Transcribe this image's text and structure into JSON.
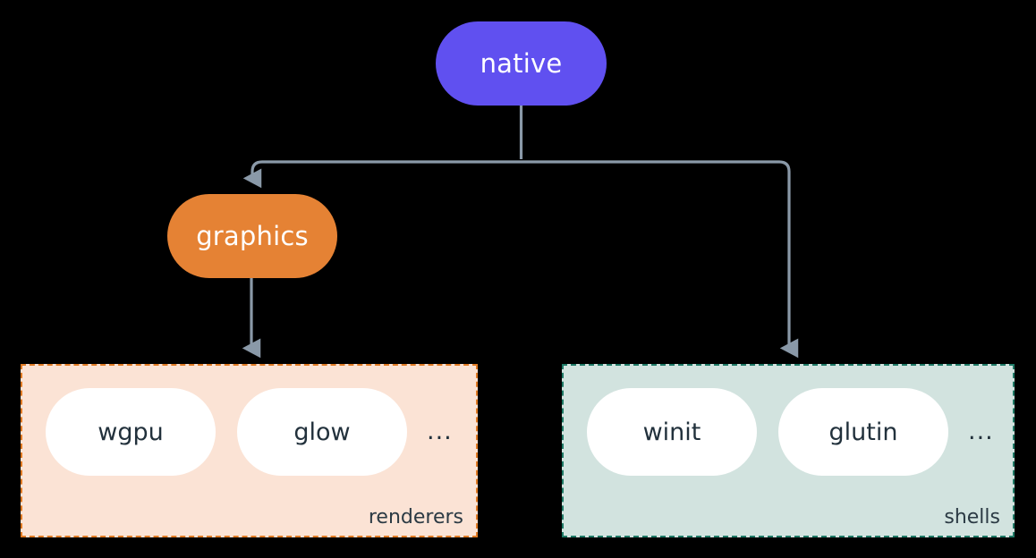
{
  "diagram": {
    "title": "native",
    "background_color": "#000000",
    "edge_color": "#8a99a8",
    "nodes": [
      {
        "id": "native",
        "label": "native",
        "color": "#6050f0",
        "text_color": "#ffffff"
      },
      {
        "id": "graphics",
        "label": "graphics",
        "color": "#e58234",
        "text_color": "#ffffff"
      }
    ],
    "groups": [
      {
        "id": "renderers",
        "label": "renderers",
        "fill": "#fbe3d5",
        "border": "#e07b24",
        "items": [
          {
            "label": "wgpu"
          },
          {
            "label": "glow"
          }
        ],
        "overflow": "..."
      },
      {
        "id": "shells",
        "label": "shells",
        "fill": "#d2e3df",
        "border": "#1f7a66",
        "items": [
          {
            "label": "winit"
          },
          {
            "label": "glutin"
          }
        ],
        "overflow": "..."
      }
    ],
    "edges": [
      {
        "from": "native",
        "to": "graphics",
        "arrow": true
      },
      {
        "from": "native",
        "to": "shells",
        "arrow": true
      },
      {
        "from": "graphics",
        "to": "renderers",
        "arrow": true
      }
    ]
  }
}
